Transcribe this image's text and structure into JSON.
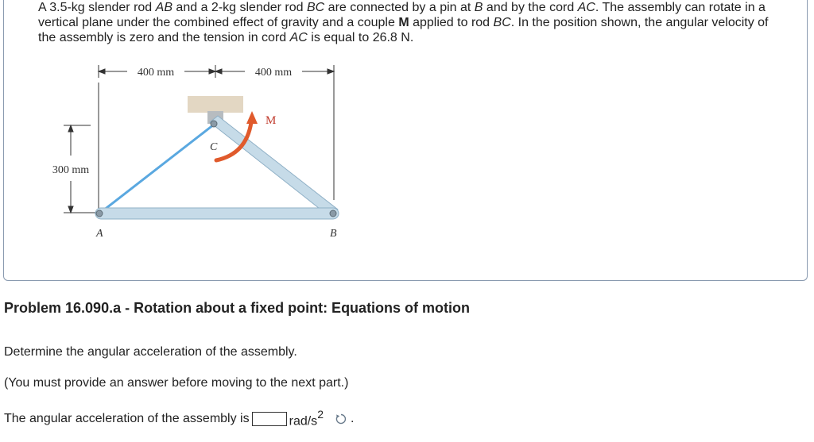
{
  "statement": {
    "s1": "A 3.5-kg slender rod ",
    "ab": "AB",
    "s2": " and a 2-kg slender rod ",
    "bc": "BC",
    "s3": " are connected by a pin at ",
    "b": "B",
    "s4": " and by the cord ",
    "ac": "AC",
    "s5": ". The assembly can rotate in a vertical plane under the combined effect of gravity and a couple ",
    "m": "M",
    "s6": " applied to rod ",
    "bc2": "BC",
    "s7": ". In the position shown, the angular velocity of the assembly is zero and the tension in cord ",
    "ac2": "AC",
    "s8": " is equal to 26.8 N."
  },
  "figure": {
    "dim_left": "400 mm",
    "dim_right": "400 mm",
    "dim_vertical": "300 mm",
    "label_a": "A",
    "label_b": "B",
    "label_c": "C",
    "label_m": "M",
    "colors": {
      "rod": "#c6dbe8",
      "rod_edge": "#8fb0c6",
      "cord": "#5aa8e0",
      "support": "#e3d7c3",
      "couple": "#e05a2c",
      "label_m": "#c0392b"
    }
  },
  "part": {
    "title": "Problem 16.090.a - Rotation about a fixed point: Equations of motion",
    "question": "Determine the angular acceleration of the assembly.",
    "note": "(You must provide an answer before moving to the next part.)",
    "answer_label": "The angular acceleration of the assembly is",
    "answer_value": "",
    "unit": "rad/s",
    "unit_exp": "2",
    "period": "."
  }
}
